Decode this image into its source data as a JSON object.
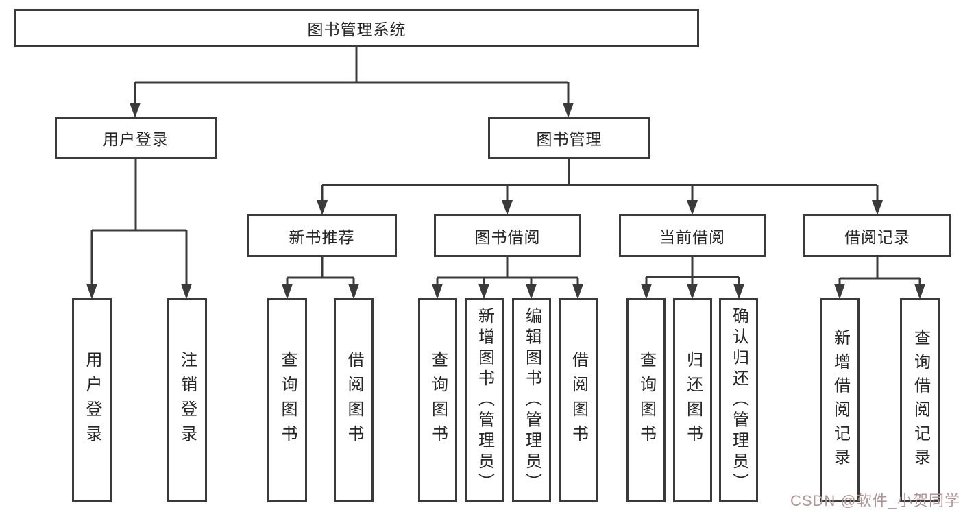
{
  "tree": {
    "root": {
      "label": "图书管理系统",
      "children": [
        {
          "label": "用户登录",
          "children": [
            {
              "label": "用户登录"
            },
            {
              "label": "注销登录"
            }
          ]
        },
        {
          "label": "图书管理",
          "children": [
            {
              "label": "新书推荐",
              "children": [
                {
                  "label": "查询图书"
                },
                {
                  "label": "借阅图书"
                }
              ]
            },
            {
              "label": "图书借阅",
              "children": [
                {
                  "label": "查询图书"
                },
                {
                  "label": "新增图书（管理员）"
                },
                {
                  "label": "编辑图书（管理员）"
                },
                {
                  "label": "借阅图书"
                }
              ]
            },
            {
              "label": "当前借阅",
              "children": [
                {
                  "label": "查询图书"
                },
                {
                  "label": "归还图书"
                },
                {
                  "label": "确认归还（管理员）"
                }
              ]
            },
            {
              "label": "借阅记录",
              "children": [
                {
                  "label": "新增借阅记录"
                },
                {
                  "label": "查询借阅记录"
                }
              ]
            }
          ]
        }
      ]
    }
  },
  "watermark": {
    "text": "CSDN @软件_小贺同学",
    "color": "#b19595"
  },
  "colors": {
    "line": "#3a3a3a",
    "background": "#ffffff",
    "text": "#262626"
  }
}
